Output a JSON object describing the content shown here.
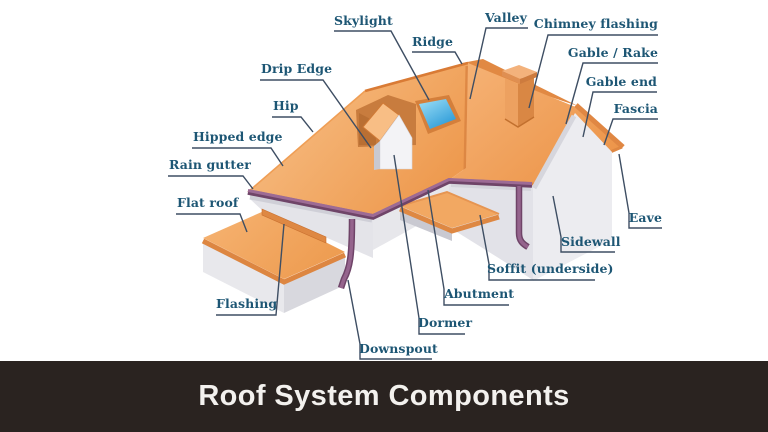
{
  "page": {
    "background": "#ffffff"
  },
  "footer": {
    "title": "Roof System Components",
    "bg": "#2a2320",
    "text_color": "#f3f1ee"
  },
  "label_style": {
    "color": "#1d5674",
    "leader_color": "#3e4e63"
  },
  "palette": {
    "roof_orange": "#f0a159",
    "roof_light": "#f8bd81",
    "roof_edge_dark": "#df8742",
    "ridge_cap": "#d97b35",
    "gutter_purple": "#9d6b95",
    "gutter_shadow": "#6f4468",
    "downspout_purple": "#95648d",
    "wall_gray": "#eaeaee",
    "wall_gray_dark": "#d8d8de",
    "skylight_blue_light": "#8fd9f5",
    "skylight_blue_dark": "#2d9bd8",
    "dormer_white": "#f3f3f6",
    "chimney_tan": "#eda160"
  },
  "labels": [
    {
      "id": "skylight",
      "text": "Skylight"
    },
    {
      "id": "ridge",
      "text": "Ridge"
    },
    {
      "id": "valley",
      "text": "Valley"
    },
    {
      "id": "chimney-flashing",
      "text": "Chimney flashing"
    },
    {
      "id": "gable-rake",
      "text": "Gable / Rake"
    },
    {
      "id": "gable-end",
      "text": "Gable end"
    },
    {
      "id": "fascia",
      "text": "Fascia"
    },
    {
      "id": "eave",
      "text": "Eave"
    },
    {
      "id": "sidewall",
      "text": "Sidewall"
    },
    {
      "id": "soffit",
      "text": "Soffit (underside)"
    },
    {
      "id": "abutment",
      "text": "Abutment"
    },
    {
      "id": "dormer",
      "text": "Dormer"
    },
    {
      "id": "downspout",
      "text": "Downspout"
    },
    {
      "id": "flashing",
      "text": "Flashing"
    },
    {
      "id": "flat-roof",
      "text": "Flat roof"
    },
    {
      "id": "rain-gutter",
      "text": "Rain gutter"
    },
    {
      "id": "hipped-edge",
      "text": "Hipped edge"
    },
    {
      "id": "hip",
      "text": "Hip"
    },
    {
      "id": "drip-edge",
      "text": "Drip Edge"
    }
  ]
}
